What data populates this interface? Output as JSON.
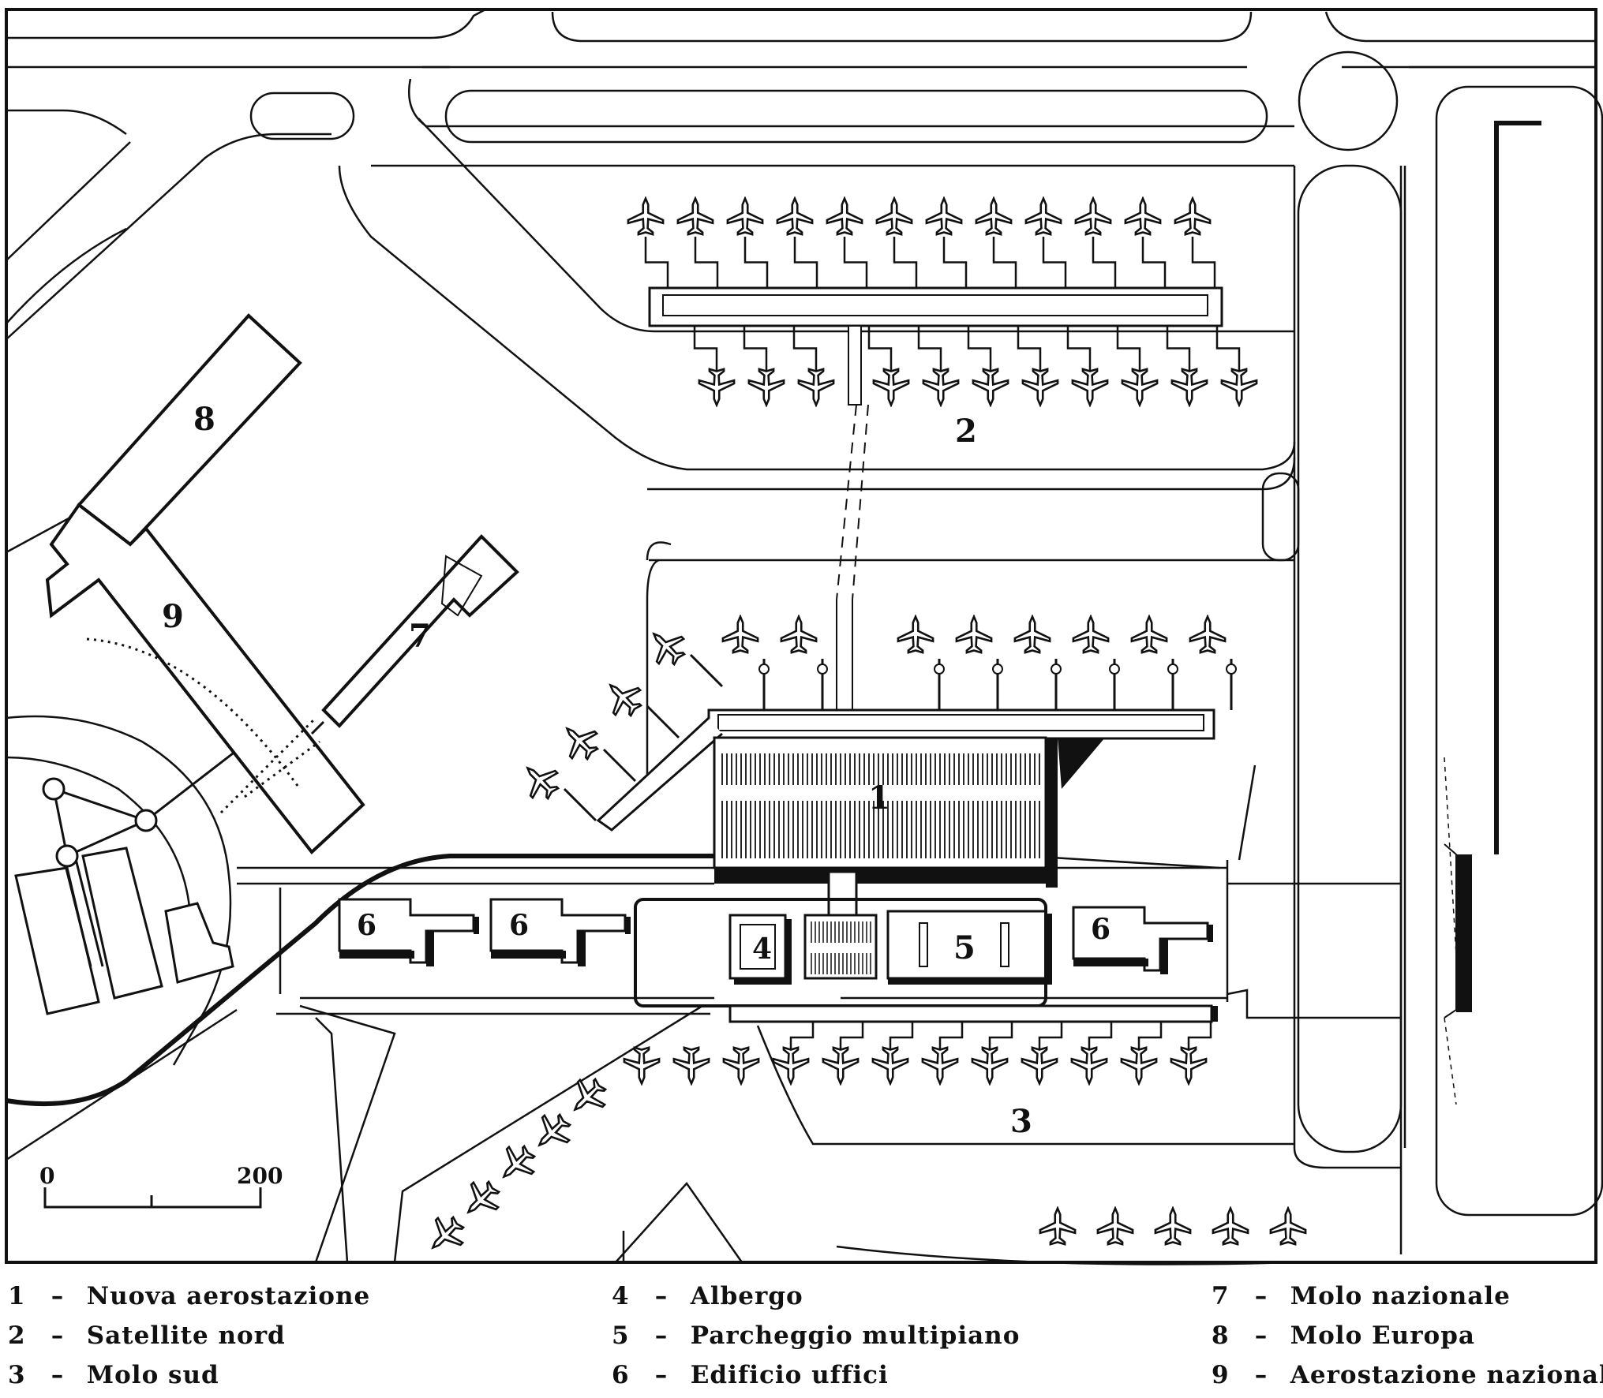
{
  "map": {
    "building_labels": [
      "1",
      "2",
      "3",
      "4",
      "5",
      "6",
      "6",
      "6",
      "7",
      "8",
      "9"
    ],
    "scale_bar": {
      "start_label": "0",
      "end_label": "200"
    },
    "colors": {
      "ink": "#111111",
      "paper": "#ffffff"
    }
  },
  "legend": {
    "items": [
      {
        "num": "1",
        "dash": "–",
        "label": "Nuova aerostazione"
      },
      {
        "num": "2",
        "dash": "–",
        "label": "Satellite nord"
      },
      {
        "num": "3",
        "dash": "–",
        "label": "Molo sud"
      },
      {
        "num": "4",
        "dash": "–",
        "label": "Albergo"
      },
      {
        "num": "5",
        "dash": "–",
        "label": "Parcheggio multipiano"
      },
      {
        "num": "6",
        "dash": "–",
        "label": "Edificio uffici"
      },
      {
        "num": "7",
        "dash": "–",
        "label": "Molo nazionale"
      },
      {
        "num": "8",
        "dash": "–",
        "label": "Molo Europa"
      },
      {
        "num": "9",
        "dash": "–",
        "label": "Aerostazione nazionale"
      }
    ]
  }
}
